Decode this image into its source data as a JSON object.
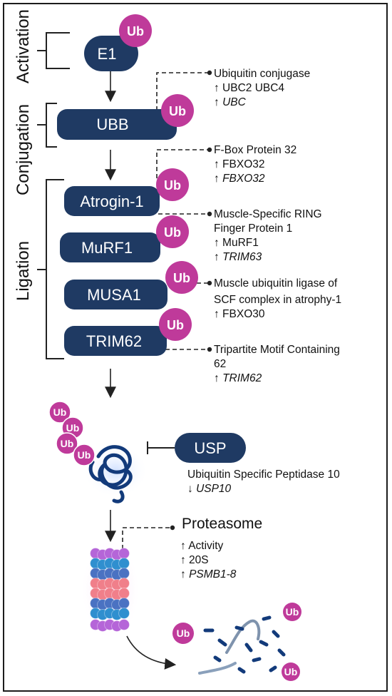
{
  "stages": {
    "activation": "Activation",
    "conjugation": "Conjugation",
    "ligation": "Ligation"
  },
  "ub_label": "Ub",
  "enzymes": {
    "e1": "E1",
    "ubb": "UBB",
    "atrogin": "Atrogin-1",
    "murf1": "MuRF1",
    "musa1": "MUSA1",
    "trim62": "TRIM62",
    "usp": "USP"
  },
  "annotations": {
    "conjugase": {
      "title": "Ubiquitin conjugase",
      "line2": "↑ UBC2 UBC4",
      "line3_arrow": "↑ ",
      "line3_gene": "UBC"
    },
    "fbox": {
      "title": "F-Box Protein 32",
      "line2": "↑ FBXO32",
      "line3_arrow": "↑ ",
      "line3_gene": "FBXO32"
    },
    "murf": {
      "title": "Muscle-Specific RING",
      "title2": "Finger Protein 1",
      "line3": "↑ MuRF1",
      "line4_arrow": "↑ ",
      "line4_gene": "TRIM63"
    },
    "musa": {
      "title": "Muscle ubiquitin ligase of",
      "title2": "SCF complex in atrophy-1",
      "line3": "↑ FBXO30"
    },
    "trim": {
      "title": "Tripartite Motif Containing",
      "title2": "62",
      "line3_arrow": "↑ ",
      "line3_gene": "TRIM62"
    },
    "usp10": {
      "title": "Ubiquitin Specific Peptidase 10",
      "line2_arrow": "↓ ",
      "line2_gene": "USP10"
    },
    "proteasome": {
      "title": "Proteasome",
      "line2": "↑ Activity",
      "line3": "↑ 20S",
      "line4_arrow": "↑ ",
      "line4_gene": "PSMB1-8"
    }
  },
  "colors": {
    "enzyme": "#1f3a63",
    "ub": "#bf3a9a",
    "protein": "#123a7a",
    "line": "#222222"
  }
}
